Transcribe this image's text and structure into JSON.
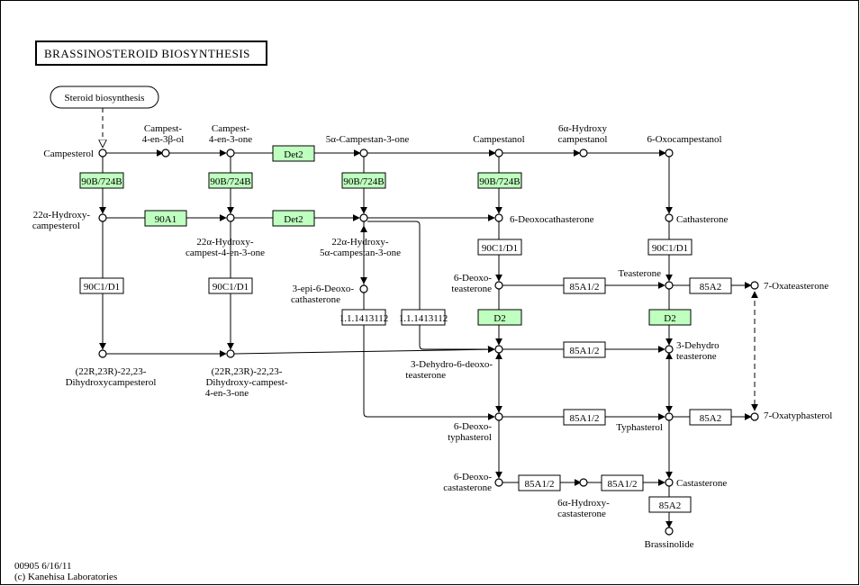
{
  "title": "BRASSINOSTEROID BIOSYNTHESIS",
  "footer": {
    "line1": "00905 6/16/11",
    "line2": "(c) Kanehisa Laboratories"
  },
  "colors": {
    "highlight": "#bfffbf",
    "line": "#000000",
    "box_border": "#000000"
  },
  "map_link": "Steroid biosynthesis",
  "compounds": [
    {
      "id": "campesterol",
      "label": [
        "Campesterol"
      ]
    },
    {
      "id": "campest-4-en-3b-ol",
      "label": [
        "Campest-",
        "4-en-3β-ol"
      ]
    },
    {
      "id": "campest-4-en-3-one",
      "label": [
        "Campest-",
        "4-en-3-one"
      ]
    },
    {
      "id": "5a-campestan-3-one",
      "label": [
        "5α-Campestan-3-one"
      ]
    },
    {
      "id": "campestanol",
      "label": [
        "Campestanol"
      ]
    },
    {
      "id": "6a-hydroxycampestanol",
      "label": [
        "6α-Hydroxy",
        "campestanol"
      ]
    },
    {
      "id": "6-oxocampestanol",
      "label": [
        "6-Oxocampestanol"
      ]
    },
    {
      "id": "22a-hydroxycampesterol",
      "label": [
        "22α-Hydroxy-",
        "campesterol"
      ]
    },
    {
      "id": "22a-hydroxy-campest-4-en-3-one",
      "label": [
        "22α-Hydroxy-",
        "campest-4-en-3-one"
      ]
    },
    {
      "id": "22a-hydroxy-5a-campestan-3-one",
      "label": [
        "22α-Hydroxy-",
        "5α-campestan-3-one"
      ]
    },
    {
      "id": "6-deoxocathasterone",
      "label": [
        "6-Deoxocathasterone"
      ]
    },
    {
      "id": "cathasterone",
      "label": [
        "Cathasterone"
      ]
    },
    {
      "id": "3-epi-6-deoxocathasterone",
      "label": [
        "3-epi-6-Deoxo-",
        "cathasterone"
      ]
    },
    {
      "id": "6-deoxoteasterone",
      "label": [
        "6-Deoxo-",
        "teasterone"
      ]
    },
    {
      "id": "teasterone",
      "label": [
        "Teasterone"
      ]
    },
    {
      "id": "7-oxateasterone",
      "label": [
        "7-Oxateasterone"
      ]
    },
    {
      "id": "22r23r-dihydroxycampesterol",
      "label": [
        "(22R,23R)-22,23-",
        "Dihydroxycampesterol"
      ]
    },
    {
      "id": "22r23r-dihydroxy-campest-4-en-3-one",
      "label": [
        "(22R,23R)-22,23-",
        "Dihydroxy-campest-",
        "4-en-3-one"
      ]
    },
    {
      "id": "3-dehydro-6-deoxoteasterone",
      "label": [
        "3-Dehydro-6-deoxo-",
        "teasterone"
      ]
    },
    {
      "id": "3-dehydroteasterone",
      "label": [
        "3-Dehydro",
        "teasterone"
      ]
    },
    {
      "id": "6-deoxotyphasterol",
      "label": [
        "6-Deoxo-",
        "typhasterol"
      ]
    },
    {
      "id": "typhasterol",
      "label": [
        "Typhasterol"
      ]
    },
    {
      "id": "7-oxatyphasterol",
      "label": [
        "7-Oxatyphasterol"
      ]
    },
    {
      "id": "6-deoxocastasterone",
      "label": [
        "6-Deoxo-",
        "castasterone"
      ]
    },
    {
      "id": "6a-hydroxycastasterone",
      "label": [
        "6α-Hydroxy-",
        "castasterone"
      ]
    },
    {
      "id": "castasterone",
      "label": [
        "Castasterone"
      ]
    },
    {
      "id": "brassinolide",
      "label": [
        "Brassinolide"
      ]
    }
  ],
  "enzymes": [
    {
      "id": "e1",
      "label": "90B/724B",
      "highlight": true
    },
    {
      "id": "e2",
      "label": "90B/724B",
      "highlight": true
    },
    {
      "id": "e3",
      "label": "90B/724B",
      "highlight": true
    },
    {
      "id": "e4",
      "label": "90B/724B",
      "highlight": true
    },
    {
      "id": "e5",
      "label": "Det2",
      "highlight": true
    },
    {
      "id": "e6",
      "label": "Det2",
      "highlight": true
    },
    {
      "id": "e7",
      "label": "90A1",
      "highlight": true
    },
    {
      "id": "e8",
      "label": "90C1/D1",
      "highlight": false
    },
    {
      "id": "e9",
      "label": "90C1/D1",
      "highlight": false
    },
    {
      "id": "e10",
      "label": "90C1/D1",
      "highlight": false
    },
    {
      "id": "e11",
      "label": "90C1/D1",
      "highlight": false
    },
    {
      "id": "e12",
      "label": "1.1.1413112",
      "highlight": false
    },
    {
      "id": "e13",
      "label": "1.1.1413112",
      "highlight": false
    },
    {
      "id": "e14",
      "label": "85A1/2",
      "highlight": false
    },
    {
      "id": "e15",
      "label": "85A1/2",
      "highlight": false
    },
    {
      "id": "e16",
      "label": "85A1/2",
      "highlight": false
    },
    {
      "id": "e17",
      "label": "85A1/2",
      "highlight": false
    },
    {
      "id": "e18",
      "label": "85A1/2",
      "highlight": false
    },
    {
      "id": "e19",
      "label": "85A2",
      "highlight": false
    },
    {
      "id": "e20",
      "label": "85A2",
      "highlight": false
    },
    {
      "id": "e21",
      "label": "85A2",
      "highlight": false
    },
    {
      "id": "e22",
      "label": "D2",
      "highlight": true
    },
    {
      "id": "e23",
      "label": "D2",
      "highlight": true
    }
  ]
}
